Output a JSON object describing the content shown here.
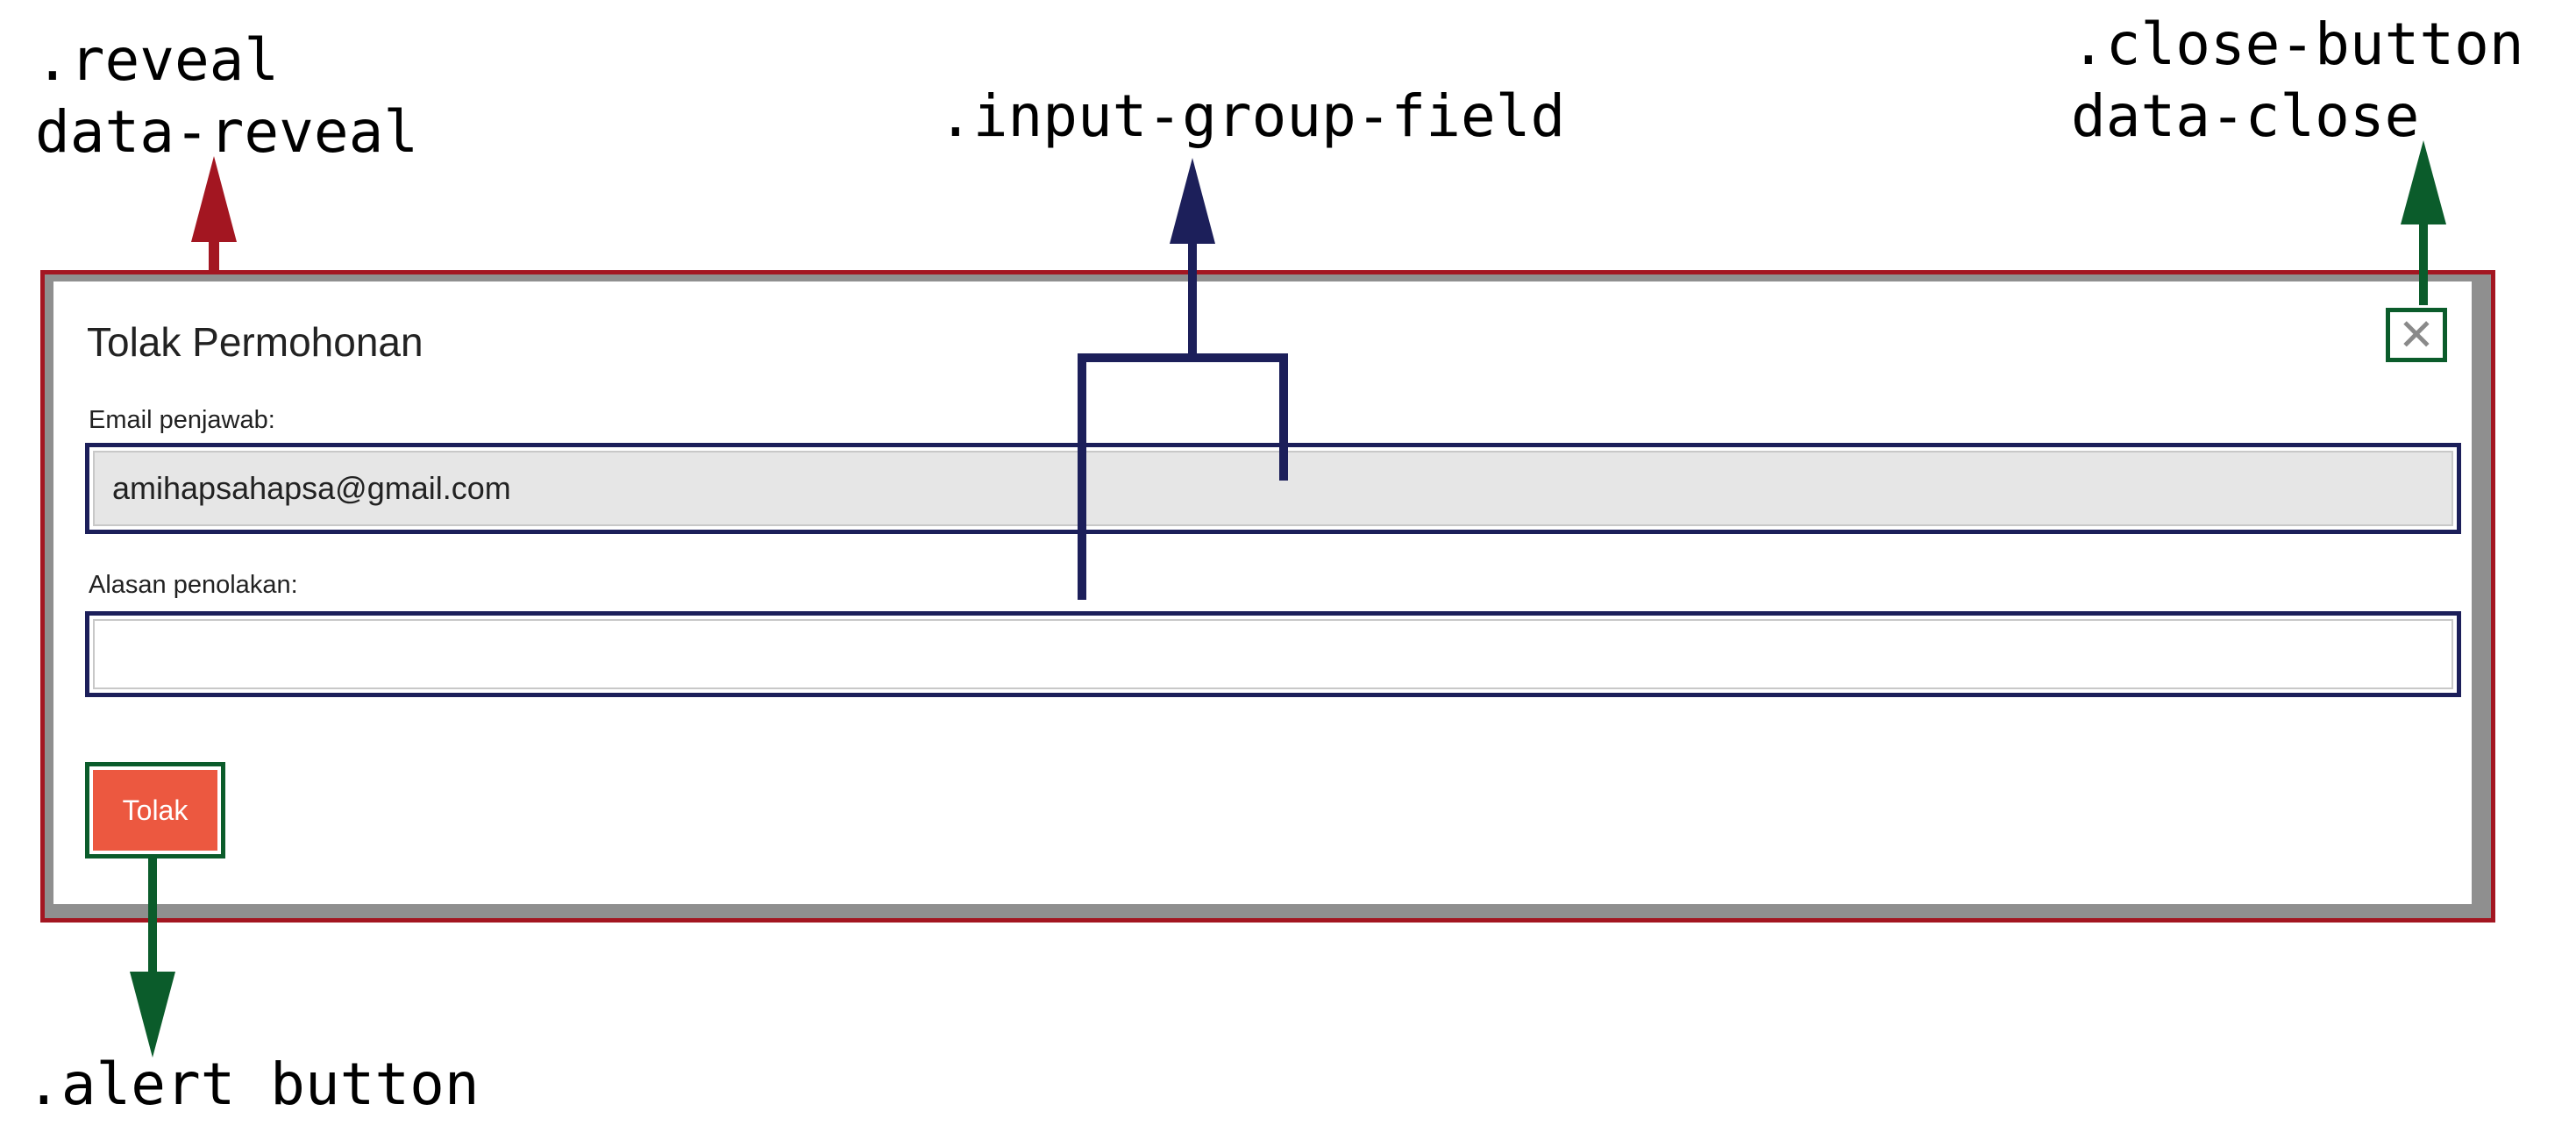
{
  "annotations": {
    "reveal_line1": ".reveal",
    "reveal_line2": "data-reveal",
    "input_group": ".input-group-field",
    "close_line1": ".close-button",
    "close_line2": "data-close",
    "alert_button": ".alert button"
  },
  "modal": {
    "title": "Tolak Permohonan",
    "close_glyph": "✕",
    "email_label": "Email penjawab:",
    "email_value": "amihapsahapsa@gmail.com",
    "reason_label": "Alasan penolakan:",
    "reason_value": "",
    "submit_label": "Tolak"
  },
  "colors": {
    "reveal_outline": "#a31621",
    "input_outline": "#1c1f5a",
    "button_outline": "#0b5c2b",
    "alert_button": "#ec5840"
  }
}
